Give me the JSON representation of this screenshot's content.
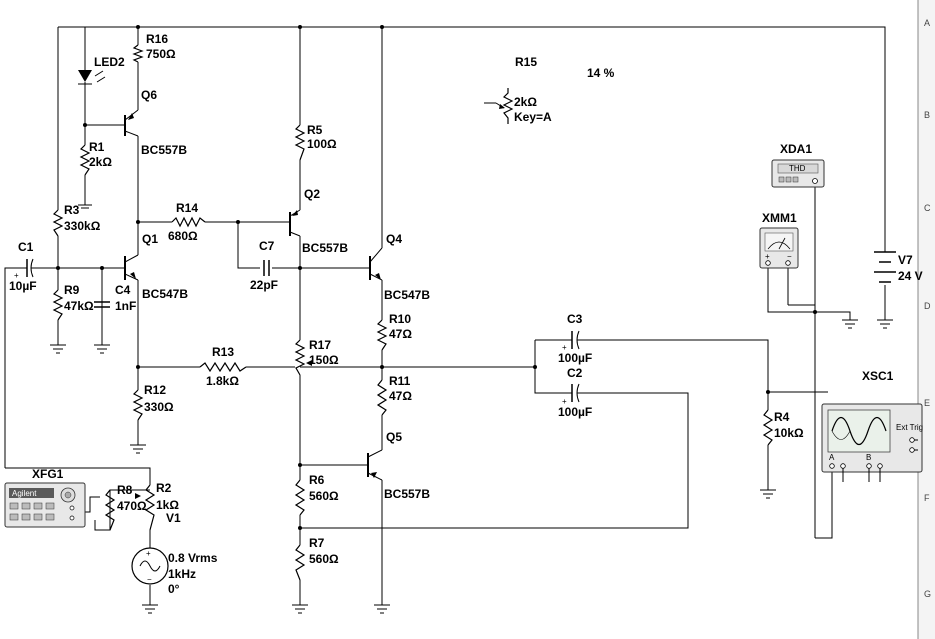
{
  "components": {
    "r16": {
      "ref": "R16",
      "value": "750Ω"
    },
    "led2": {
      "ref": "LED2"
    },
    "q6": {
      "ref": "Q6",
      "model": "BC557B"
    },
    "r1": {
      "ref": "R1",
      "value": "2kΩ"
    },
    "r3": {
      "ref": "R3",
      "value": "330kΩ"
    },
    "c1": {
      "ref": "C1",
      "value": "10µF"
    },
    "r9": {
      "ref": "R9",
      "value": "47kΩ"
    },
    "c4": {
      "ref": "C4",
      "value": "1nF"
    },
    "q1": {
      "ref": "Q1",
      "model": "BC547B"
    },
    "r14": {
      "ref": "R14",
      "value": "680Ω"
    },
    "c7": {
      "ref": "C7",
      "value": "22pF"
    },
    "r5": {
      "ref": "R5",
      "value": "100Ω"
    },
    "q2": {
      "ref": "Q2",
      "model": "BC557B"
    },
    "q4": {
      "ref": "Q4",
      "model": "BC547B"
    },
    "r15": {
      "ref": "R15",
      "value": "2kΩ",
      "key": "Key=A",
      "percent": "14 %"
    },
    "r10": {
      "ref": "R10",
      "value": "47Ω"
    },
    "r11": {
      "ref": "R11",
      "value": "47Ω"
    },
    "r17": {
      "ref": "R17",
      "value": "150Ω"
    },
    "r13": {
      "ref": "R13",
      "value": "1.8kΩ"
    },
    "r12": {
      "ref": "R12",
      "value": "330Ω"
    },
    "q5": {
      "ref": "Q5",
      "model": "BC557B"
    },
    "r6": {
      "ref": "R6",
      "value": "560Ω"
    },
    "r7": {
      "ref": "R7",
      "value": "560Ω"
    },
    "c3": {
      "ref": "C3",
      "value": "100µF"
    },
    "c2": {
      "ref": "C2",
      "value": "100µF"
    },
    "r4": {
      "ref": "R4",
      "value": "10kΩ"
    },
    "r8": {
      "ref": "R8",
      "value": "470Ω"
    },
    "r2": {
      "ref": "R2",
      "value": "1kΩ"
    },
    "v1": {
      "ref": "V1",
      "amplitude": "0.8 Vrms",
      "freq": "1kHz",
      "phase": "0°"
    },
    "v7": {
      "ref": "V7",
      "value": "24 V"
    }
  },
  "instruments": {
    "xda1": {
      "ref": "XDA1",
      "screen": "THD"
    },
    "xmm1": {
      "ref": "XMM1"
    },
    "xsc1": {
      "ref": "XSC1",
      "trig": "Ext Trig",
      "ch_a": "A",
      "ch_b": "B"
    },
    "xfg1": {
      "ref": "XFG1",
      "brand": "Agilent"
    }
  },
  "border": {
    "rows": [
      "A",
      "B",
      "C",
      "D",
      "E",
      "F",
      "G"
    ]
  }
}
